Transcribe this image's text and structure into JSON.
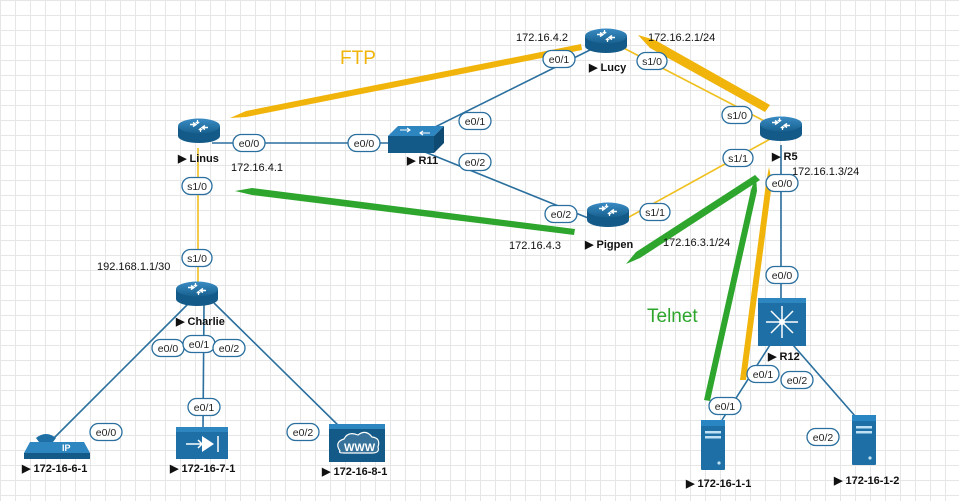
{
  "colors": {
    "link": "#2a6f9e",
    "serial": "#f0c020",
    "ftp": "#f0b40a",
    "telnet": "#2ea62e",
    "device": "#1d6fa5"
  },
  "annotations": {
    "ftp": "FTP",
    "telnet": "Telnet"
  },
  "devices": {
    "linus": "Linus",
    "lucy": "Lucy",
    "r11": "R11",
    "pigpen": "Pigpen",
    "r5": "R5",
    "charlie": "Charlie",
    "r12": "R12",
    "h1661": "172-16-6-1",
    "h1671": "172-16-7-1",
    "h1681": "172-16-8-1",
    "h1611": "172-16-1-1",
    "h1612": "172-16-1-2"
  },
  "device_icons": {
    "linus": "router-icon",
    "lucy": "router-icon",
    "pigpen": "router-icon",
    "r5": "router-icon",
    "charlie": "router-icon",
    "r11": "switch-icon",
    "r12": "l3-switch-icon",
    "h1661": "ip-phone-icon",
    "h1671": "firewall-icon",
    "h1681": "web-cloud-icon",
    "h1611": "server-icon",
    "h1612": "server-icon"
  },
  "ip_labels": {
    "linus": "172.16.4.1",
    "lucy_left": "172.16.4.2",
    "lucy_right": "172.16.2.1/24",
    "pigpen": "172.16.4.3",
    "r5_e0": "172.16.1.3/24",
    "r5_s1": "172.16.3.1/24",
    "charlie": "192.168.1.1/30"
  },
  "ports": {
    "linus_e00": "e0/0",
    "r11_e00": "e0/0",
    "r11_e01": "e0/1",
    "r11_e02": "e0/2",
    "lucy_e01": "e0/1",
    "lucy_s10": "s1/0",
    "r5_s10": "s1/0",
    "r5_s11": "s1/1",
    "pigpen_e02": "e0/2",
    "pigpen_s11": "s1/1",
    "r5_e00": "e0/0",
    "r12_e00": "e0/0",
    "linus_s10": "s1/0",
    "charlie_s10": "s1/0",
    "charlie_e00": "e0/0",
    "charlie_e01": "e0/1",
    "charlie_e02": "e0/2",
    "h1661_e00": "e0/0",
    "h1671_e01": "e0/1",
    "h1681_e02": "e0/2",
    "r12_e01": "e0/1",
    "r12_e02": "e0/2",
    "h1611_e01": "e0/1",
    "h1612_e02": "e0/2"
  }
}
